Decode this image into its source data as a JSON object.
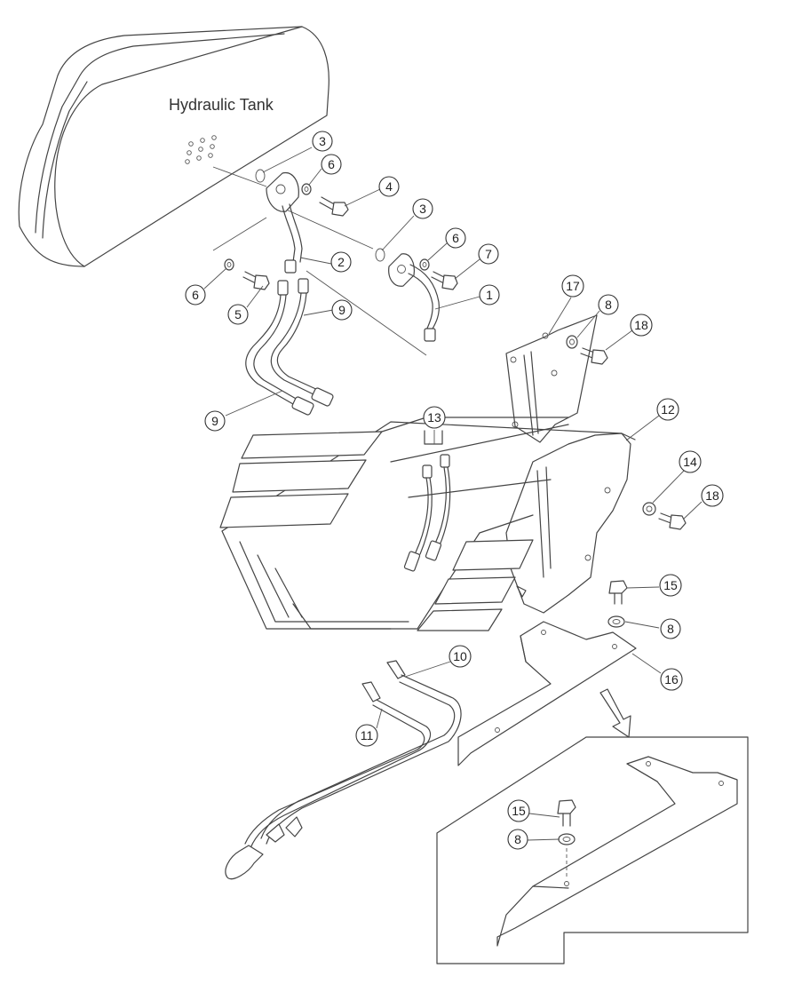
{
  "diagram": {
    "title": "Hydraulic Tank",
    "callouts": [
      {
        "id": "c3a",
        "num": "3"
      },
      {
        "id": "c6a",
        "num": "6"
      },
      {
        "id": "c4",
        "num": "4"
      },
      {
        "id": "c3b",
        "num": "3"
      },
      {
        "id": "c6b",
        "num": "6"
      },
      {
        "id": "c7",
        "num": "7"
      },
      {
        "id": "c2",
        "num": "2"
      },
      {
        "id": "c1",
        "num": "1"
      },
      {
        "id": "c6c",
        "num": "6"
      },
      {
        "id": "c5",
        "num": "5"
      },
      {
        "id": "c9a",
        "num": "9"
      },
      {
        "id": "c9b",
        "num": "9"
      },
      {
        "id": "c17",
        "num": "17"
      },
      {
        "id": "c8a",
        "num": "8"
      },
      {
        "id": "c18a",
        "num": "18"
      },
      {
        "id": "c12",
        "num": "12"
      },
      {
        "id": "c13",
        "num": "13"
      },
      {
        "id": "c14",
        "num": "14"
      },
      {
        "id": "c18b",
        "num": "18"
      },
      {
        "id": "c15a",
        "num": "15"
      },
      {
        "id": "c8b",
        "num": "8"
      },
      {
        "id": "c16",
        "num": "16"
      },
      {
        "id": "c10",
        "num": "10"
      },
      {
        "id": "c11",
        "num": "11"
      },
      {
        "id": "c15b",
        "num": "15"
      },
      {
        "id": "c8c",
        "num": "8"
      }
    ]
  }
}
